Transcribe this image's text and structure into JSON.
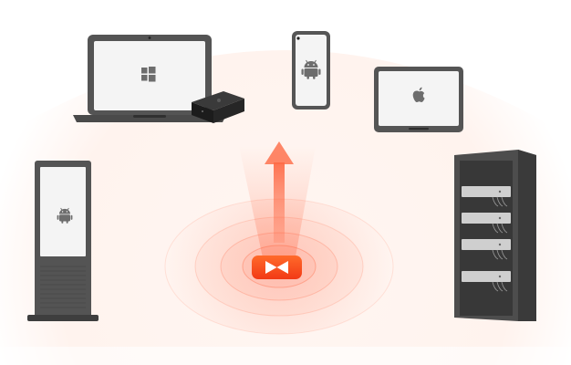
{
  "colors": {
    "accent": "#fe4a1f",
    "accent_light": "#fde3da",
    "glow": "#fff1ec",
    "device_dark": "#4a4a4a",
    "device_darker": "#2b2b2b",
    "screen": "#f3f3f3",
    "icon": "#6d6d6d",
    "background": "#ffffff"
  },
  "nodes": [
    {
      "id": "center-hub",
      "kind": "hub",
      "icon": "bowtie-logo-icon"
    },
    {
      "id": "laptop",
      "kind": "device",
      "icon": "windows-icon"
    },
    {
      "id": "mini-pc",
      "kind": "device",
      "icon": "mini-pc-icon"
    },
    {
      "id": "phone",
      "kind": "device",
      "icon": "android-icon"
    },
    {
      "id": "tablet",
      "kind": "device",
      "icon": "apple-icon"
    },
    {
      "id": "kiosk",
      "kind": "device",
      "icon": "android-icon"
    },
    {
      "id": "server-rack",
      "kind": "device",
      "icon": "server-icon"
    }
  ],
  "edges": [
    {
      "from": "center-hub",
      "to": "devices",
      "style": "upward-arrow"
    }
  ]
}
